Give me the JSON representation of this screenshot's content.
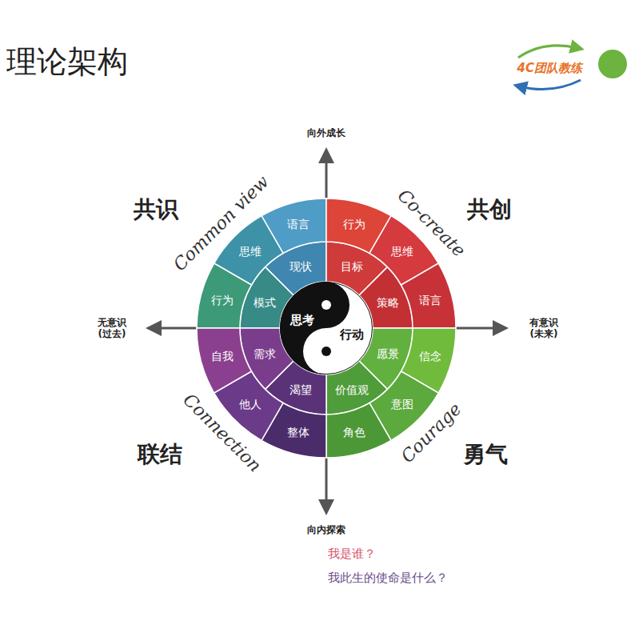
{
  "diagram": {
    "title": "理论架构",
    "nodes": [
      {
        "text": [
          "行动",
          "思考"
        ]
      },
      {
        "text": [
          "现状"
        ]
      },
      {
        "text": [
          "模式"
        ]
      },
      {
        "text": [
          "目标"
        ]
      },
      {
        "text": [
          "策略"
        ]
      },
      {
        "text": [
          "愿景"
        ]
      },
      {
        "text": [
          "价值观"
        ]
      },
      {
        "text": [
          "渴望"
        ]
      },
      {
        "text": [
          "需求"
        ]
      },
      {
        "text": [
          "语言"
        ]
      },
      {
        "text": [
          "思维"
        ]
      },
      {
        "text": [
          "行为"
        ]
      },
      {
        "text": [
          "行为"
        ]
      },
      {
        "text": [
          "思维"
        ]
      },
      {
        "text": [
          "语言"
        ]
      },
      {
        "text": [
          "信念"
        ]
      },
      {
        "text": [
          "意图"
        ]
      },
      {
        "text": [
          "角色"
        ]
      },
      {
        "text": [
          "整体"
        ]
      },
      {
        "text": [
          "他人"
        ]
      },
      {
        "text": [
          "自我"
        ]
      }
    ],
    "labels": [
      "4C团队教练",
      "向外成长",
      "向内探索",
      "无意识 (过去)",
      "有意识 (未来)",
      "共识",
      "Common view",
      "共创",
      "Co-create",
      "联结",
      "Connection",
      "勇气",
      "Courage",
      "我是谁？",
      "我此生的使命是什么？"
    ]
  }
}
